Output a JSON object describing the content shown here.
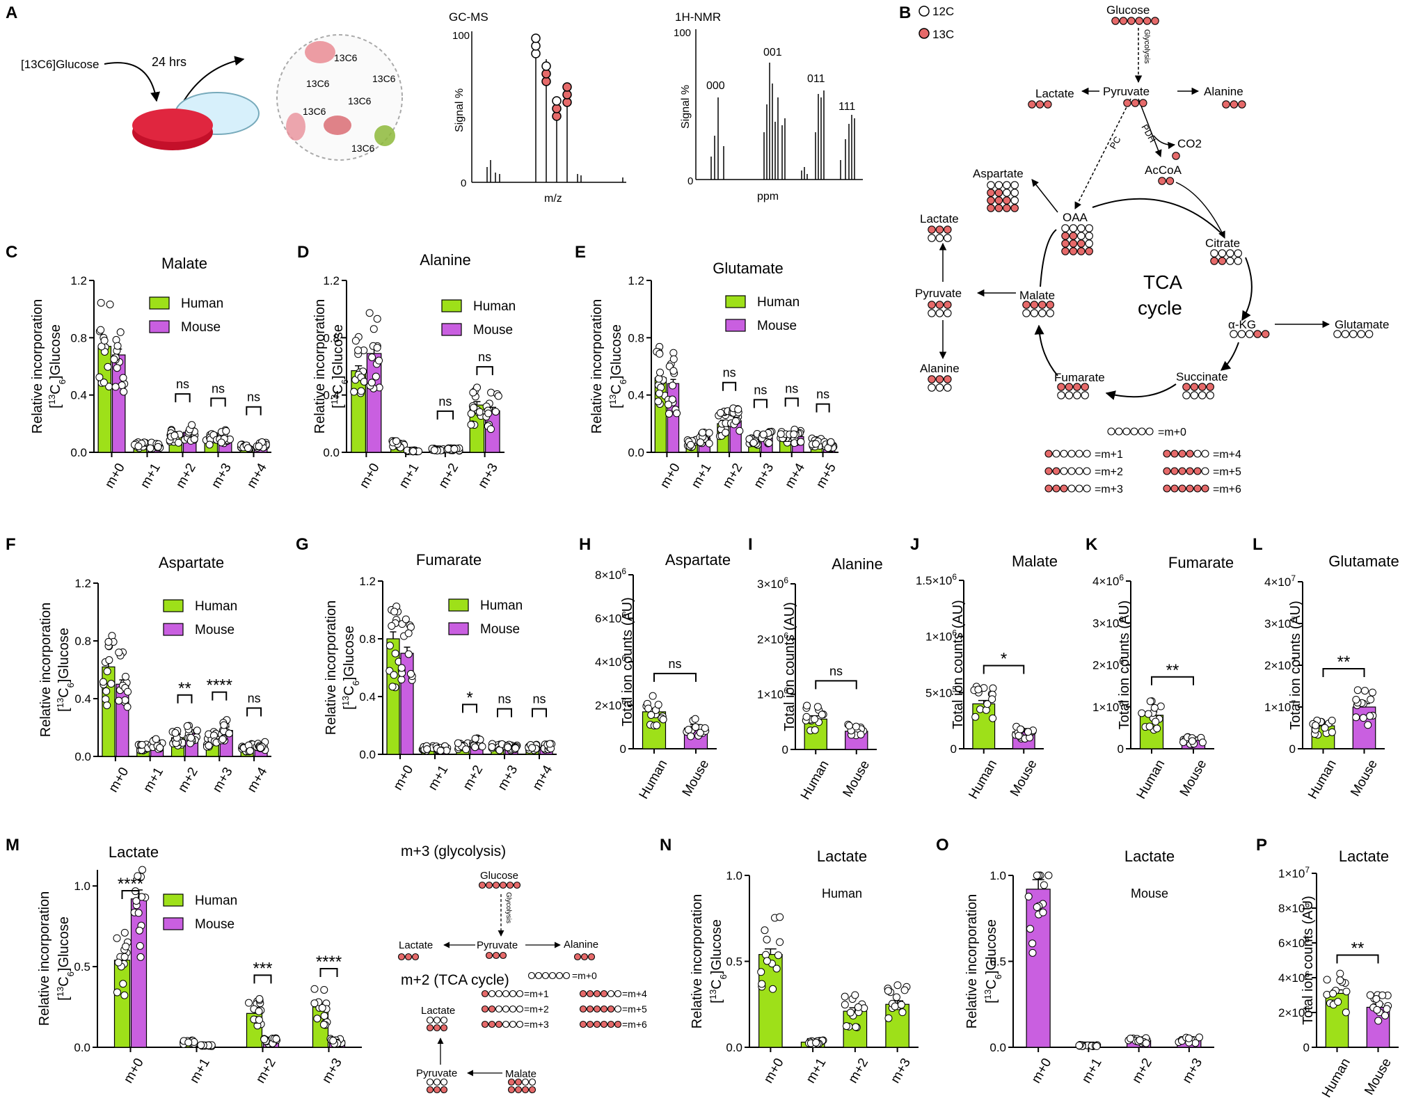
{
  "colors": {
    "human": "#9ee019",
    "mouse": "#c95fe0",
    "label13C": "#e66a6a",
    "label12C": "#ffffff"
  },
  "panelA": {
    "letter": "A",
    "tracer": "[13C6]Glucose",
    "time": "24 hrs",
    "cell_label": "13C6",
    "gcms": {
      "title": "GC-MS",
      "ylabel": "Signal %",
      "xlabel": "m/z",
      "ymax": "100",
      "ymin": "0"
    },
    "nmr": {
      "title": "1H-NMR",
      "ylabel": "Signal %",
      "xlabel": "ppm",
      "ymax": "100",
      "ymin": "0",
      "peaks": [
        "000",
        "001",
        "011",
        "111"
      ]
    }
  },
  "panelB": {
    "letter": "B",
    "legend": [
      "12C",
      "13C"
    ],
    "tca_title": [
      "TCA",
      "cycle"
    ],
    "metabolites": {
      "glucose": "Glucose",
      "pyruvate": "Pyruvate",
      "lactate": "Lactate",
      "alanine": "Alanine",
      "co2": "CO2",
      "accoa": "AcCoA",
      "aspartate": "Aspartate",
      "oaa": "OAA",
      "citrate": "Citrate",
      "akg": "α-KG",
      "glutamate": "Glutamate",
      "succinate": "Succinate",
      "fumarate": "Fumarate",
      "malate": "Malate"
    },
    "enzymes": {
      "glycolysis": "Glycolysis",
      "pc": "PC",
      "pdh": "PDH"
    },
    "isotopologue_legend": [
      "=m+0",
      "=m+1",
      "=m+2",
      "=m+3",
      "=m+4",
      "=m+5",
      "=m+6"
    ]
  },
  "panelM_scheme": {
    "title_glycolysis": "m+3 (glycolysis)",
    "title_tca": "m+2 (TCA cycle)",
    "metabolites": [
      "Glucose",
      "Pyruvate",
      "Lactate",
      "Alanine",
      "Malate"
    ],
    "enzyme": "Glycolysis",
    "legend": [
      "=m+0",
      "=m+1",
      "=m+2",
      "=m+3",
      "=m+4",
      "=m+5",
      "=m+6"
    ]
  },
  "chart_data": [
    {
      "panel": "C",
      "type": "bar",
      "title": "Malate",
      "ylabel": [
        "Relative incorporation",
        "[13C6]Glucose"
      ],
      "categories": [
        "m+0",
        "m+1",
        "m+2",
        "m+3",
        "m+4"
      ],
      "ylim": [
        0,
        1.2
      ],
      "yticks": [
        "0.0",
        "0.4",
        "0.8",
        "1.2"
      ],
      "series": [
        {
          "name": "Human",
          "values": [
            0.74,
            0.05,
            0.12,
            0.09,
            0.04
          ]
        },
        {
          "name": "Mouse",
          "values": [
            0.68,
            0.05,
            0.14,
            0.11,
            0.05
          ]
        }
      ],
      "annotations": [
        {
          "category": "m+2",
          "text": "ns"
        },
        {
          "category": "m+3",
          "text": "ns"
        },
        {
          "category": "m+4",
          "text": "ns"
        }
      ]
    },
    {
      "panel": "D",
      "type": "bar",
      "title": "Alanine",
      "ylabel": [
        "Relative incorporation",
        "[13C6]Glucose"
      ],
      "categories": [
        "m+0",
        "m+1",
        "m+2",
        "m+3"
      ],
      "ylim": [
        0,
        1.2
      ],
      "yticks": [
        "0.0",
        "0.4",
        "0.8",
        "1.2"
      ],
      "series": [
        {
          "name": "Human",
          "values": [
            0.57,
            0.06,
            0.02,
            0.33
          ]
        },
        {
          "name": "Mouse",
          "values": [
            0.69,
            0.01,
            0.02,
            0.29
          ]
        }
      ],
      "annotations": [
        {
          "category": "m+2",
          "text": "ns"
        },
        {
          "category": "m+3",
          "text": "ns"
        }
      ]
    },
    {
      "panel": "E",
      "type": "bar",
      "title": "Glutamate",
      "ylabel": [
        "Relative incorporation",
        "[13C6]Glucose"
      ],
      "categories": [
        "m+0",
        "m+1",
        "m+2",
        "m+3",
        "m+4",
        "m+5"
      ],
      "ylim": [
        0,
        1.2
      ],
      "yticks": [
        "0.0",
        "0.4",
        "0.8",
        "1.2"
      ],
      "series": [
        {
          "name": "Human",
          "values": [
            0.52,
            0.06,
            0.2,
            0.09,
            0.1,
            0.07
          ]
        },
        {
          "name": "Mouse",
          "values": [
            0.48,
            0.1,
            0.22,
            0.1,
            0.11,
            0.05
          ]
        }
      ],
      "annotations": [
        {
          "category": "m+2",
          "text": "ns"
        },
        {
          "category": "m+3",
          "text": "ns"
        },
        {
          "category": "m+4",
          "text": "ns"
        },
        {
          "category": "m+5",
          "text": "ns"
        }
      ]
    },
    {
      "panel": "F",
      "type": "bar",
      "title": "Aspartate",
      "ylabel": [
        "Relative incorporation",
        "[13C6]Glucose"
      ],
      "categories": [
        "m+0",
        "m+1",
        "m+2",
        "m+3",
        "m+4"
      ],
      "ylim": [
        0,
        1.2
      ],
      "yticks": [
        "0.0",
        "0.4",
        "0.8",
        "1.2"
      ],
      "series": [
        {
          "name": "Human",
          "values": [
            0.62,
            0.06,
            0.13,
            0.12,
            0.06
          ]
        },
        {
          "name": "Mouse",
          "values": [
            0.5,
            0.09,
            0.16,
            0.18,
            0.07
          ]
        }
      ],
      "annotations": [
        {
          "category": "m+2",
          "text": "**"
        },
        {
          "category": "m+3",
          "text": "****"
        },
        {
          "category": "m+4",
          "text": "ns"
        }
      ]
    },
    {
      "panel": "G",
      "type": "bar",
      "title": "Fumarate",
      "ylabel": [
        "Relative incorporation",
        "[13C6]Glucose"
      ],
      "categories": [
        "m+0",
        "m+1",
        "m+2",
        "m+3",
        "m+4"
      ],
      "ylim": [
        0,
        1.2
      ],
      "yticks": [
        "0.0",
        "0.4",
        "0.8",
        "1.2"
      ],
      "series": [
        {
          "name": "Human",
          "values": [
            0.8,
            0.04,
            0.06,
            0.05,
            0.05
          ]
        },
        {
          "name": "Mouse",
          "values": [
            0.7,
            0.04,
            0.08,
            0.05,
            0.05
          ]
        }
      ],
      "annotations": [
        {
          "category": "m+2",
          "text": "*"
        },
        {
          "category": "m+3",
          "text": "ns"
        },
        {
          "category": "m+4",
          "text": "ns"
        }
      ]
    },
    {
      "panel": "H",
      "type": "bar",
      "title": "Aspartate",
      "ylabel": [
        "Total ion counts (AU)"
      ],
      "categories": [
        "Human",
        "Mouse"
      ],
      "ylim": [
        0,
        8000000
      ],
      "yticks": [
        "0",
        "2×10⁶",
        "4×10⁶",
        "6×10⁶",
        "8×10⁶"
      ],
      "values": [
        1700000,
        950000
      ],
      "annotations": [
        {
          "text": "ns"
        }
      ]
    },
    {
      "panel": "I",
      "type": "bar",
      "title": "Alanine",
      "ylabel": [
        "Total ion counts (AU)"
      ],
      "categories": [
        "Human",
        "Mouse"
      ],
      "ylim": [
        0,
        3000000
      ],
      "yticks": [
        "0",
        "1×10⁶",
        "2×10⁶",
        "3×10⁶"
      ],
      "values": [
        550000,
        330000
      ],
      "annotations": [
        {
          "text": "ns"
        }
      ]
    },
    {
      "panel": "J",
      "type": "bar",
      "title": "Malate",
      "ylabel": [
        "Total ion counts (AU)"
      ],
      "categories": [
        "Human",
        "Mouse"
      ],
      "ylim": [
        0,
        1500000
      ],
      "yticks": [
        "0",
        "5×10⁵",
        "1×10⁶",
        "1.5×10⁶"
      ],
      "values": [
        400000,
        150000
      ],
      "annotations": [
        {
          "text": "*"
        }
      ]
    },
    {
      "panel": "K",
      "type": "bar",
      "title": "Fumarate",
      "ylabel": [
        "Total ion counts (AU)"
      ],
      "categories": [
        "Human",
        "Mouse"
      ],
      "ylim": [
        0,
        4000000
      ],
      "yticks": [
        "0",
        "1×10⁶",
        "2×10⁶",
        "3×10⁶",
        "4×10⁶"
      ],
      "values": [
        800000,
        200000
      ],
      "annotations": [
        {
          "text": "**"
        }
      ]
    },
    {
      "panel": "L",
      "type": "bar",
      "title": "Glutamate",
      "ylabel": [
        "Total ion counts (AU)"
      ],
      "categories": [
        "Human",
        "Mouse"
      ],
      "ylim": [
        0,
        40000000
      ],
      "yticks": [
        "0",
        "1×10⁷",
        "2×10⁷",
        "3×10⁷",
        "4×10⁷"
      ],
      "values": [
        5500000,
        10000000
      ],
      "annotations": [
        {
          "text": "**"
        }
      ]
    },
    {
      "panel": "M",
      "type": "bar",
      "title": "Lactate",
      "ylabel": [
        "Relative incorporation",
        "[13C6]Glucose"
      ],
      "categories": [
        "m+0",
        "m+1",
        "m+2",
        "m+3"
      ],
      "ylim": [
        0,
        1.1
      ],
      "yticks": [
        "0.0",
        "0.5",
        "1.0"
      ],
      "series": [
        {
          "name": "Human",
          "values": [
            0.54,
            0.03,
            0.21,
            0.25
          ]
        },
        {
          "name": "Mouse",
          "values": [
            0.92,
            0.01,
            0.04,
            0.04
          ]
        }
      ],
      "annotations": [
        {
          "category": "m+0",
          "text": "****"
        },
        {
          "category": "m+2",
          "text": "***"
        },
        {
          "category": "m+3",
          "text": "****"
        }
      ]
    },
    {
      "panel": "N",
      "type": "bar",
      "title": "Lactate",
      "subtitle": "Human",
      "ylabel": [
        "Relative incorporation",
        "[13C6]Glucose"
      ],
      "categories": [
        "m+0",
        "m+1",
        "m+2",
        "m+3"
      ],
      "ylim": [
        0,
        1.0
      ],
      "yticks": [
        "0.0",
        "0.5",
        "1.0"
      ],
      "values": [
        0.54,
        0.03,
        0.21,
        0.25
      ]
    },
    {
      "panel": "O",
      "type": "bar",
      "title": "Lactate",
      "subtitle": "Mouse",
      "ylabel": [
        "Relative incorporation",
        "[13C6]Glucose"
      ],
      "categories": [
        "m+0",
        "m+1",
        "m+2",
        "m+3"
      ],
      "ylim": [
        0,
        1.0
      ],
      "yticks": [
        "0.0",
        "0.5",
        "1.0"
      ],
      "values": [
        0.92,
        0.01,
        0.04,
        0.04
      ]
    },
    {
      "panel": "P",
      "type": "bar",
      "title": "Lactate",
      "ylabel": [
        "Total ion counts (AU)"
      ],
      "categories": [
        "Human",
        "Mouse"
      ],
      "ylim": [
        0,
        10000000
      ],
      "yticks": [
        "0",
        "2×10⁶",
        "4×10⁶",
        "6×10⁶",
        "8×10⁶",
        "1×10⁷"
      ],
      "values": [
        3100000,
        2300000
      ],
      "annotations": [
        {
          "text": "**"
        }
      ]
    }
  ]
}
